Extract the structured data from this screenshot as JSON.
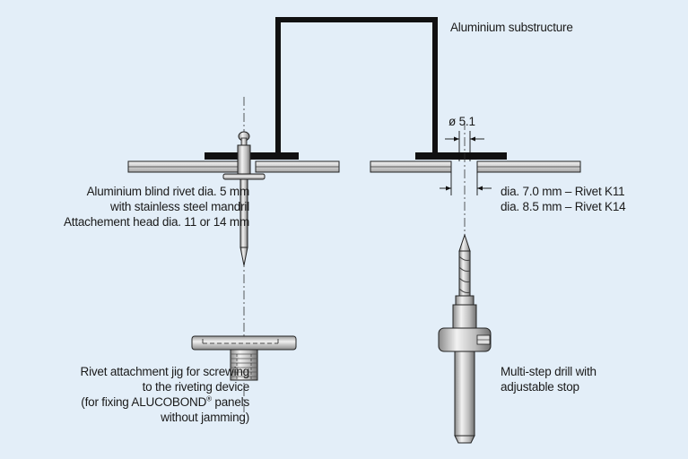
{
  "labels": {
    "substructure": "Aluminium substructure",
    "hole_diameter": "ø 5.1",
    "rivet_lines": [
      "Aluminium blind rivet dia. 5 mm",
      "with  stainless steel mandril",
      "Attachement head dia. 11 or 14 mm"
    ],
    "drill_hole_lines": [
      "dia. 7.0 mm – Rivet K11",
      "dia. 8.5 mm – Rivet K14"
    ],
    "jig_lines": [
      "Rivet attachment jig for screwing",
      "to the riveting device",
      "(for fixing ALUCOBOND",
      "panels",
      "without jamming)"
    ],
    "registered_mark": "®",
    "drill_lines": [
      "Multi-step drill with",
      "adjustable stop"
    ]
  },
  "colors": {
    "background": "#e3eef8",
    "ink": "#1a1a1a",
    "panel": "#c9c9c9",
    "metal_light": "#f0f0f0",
    "metal_dark": "#8a8a8a"
  }
}
